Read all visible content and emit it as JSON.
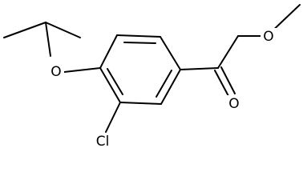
{
  "structure": {
    "atoms": {
      "chlorine": "Cl",
      "ether_oxygen": "O",
      "carbonyl_oxygen": "O",
      "methoxy_oxygen": "O"
    },
    "colors": {
      "bonds": "#000000",
      "labels": "#000000",
      "background": "#ffffff"
    }
  }
}
